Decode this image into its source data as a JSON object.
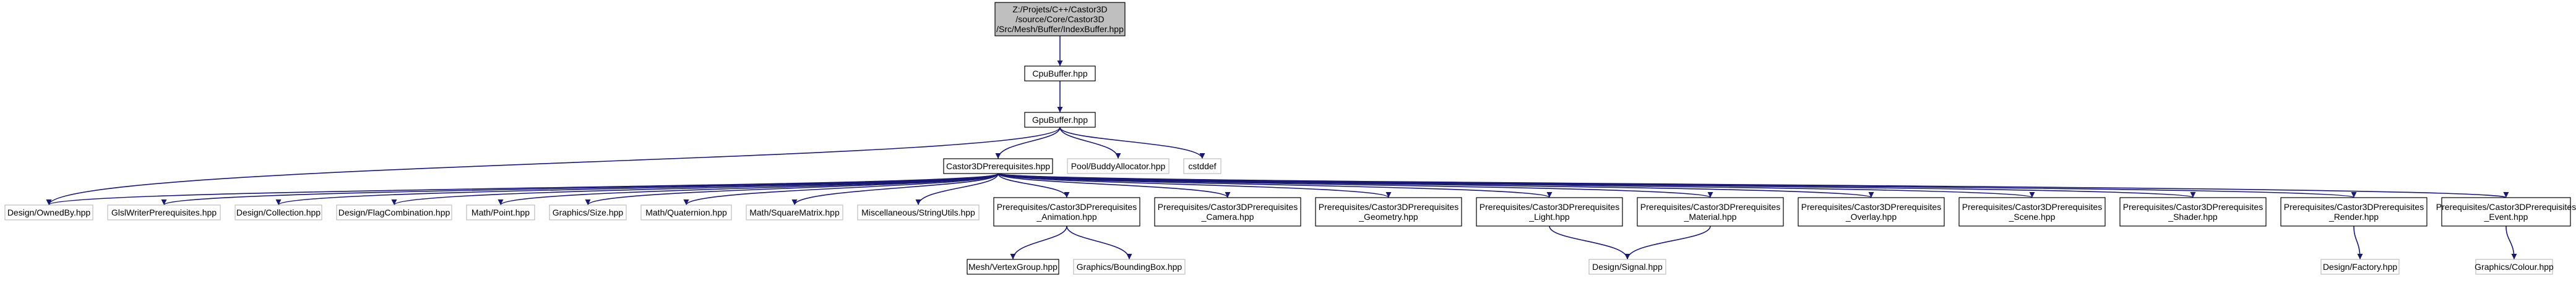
{
  "colors": {
    "edge": "#191970",
    "root_fill": "#bfbfbf",
    "node_border": "#000000",
    "external_border": "#bfbfbf",
    "background": "#ffffff"
  },
  "nodes": [
    {
      "id": "root",
      "kind": "root",
      "lines": [
        "Z:/Projets/C++/Castor3D",
        "/source/Core/Castor3D",
        "/Src/Mesh/Buffer/IndexBuffer.hpp"
      ]
    },
    {
      "id": "cpubuffer",
      "kind": "solid",
      "lines": [
        "CpuBuffer.hpp"
      ]
    },
    {
      "id": "gpubuffer",
      "kind": "solid",
      "lines": [
        "GpuBuffer.hpp"
      ]
    },
    {
      "id": "castor3dprereq",
      "kind": "solid",
      "lines": [
        "Castor3DPrerequisites.hpp"
      ]
    },
    {
      "id": "buddyallocator",
      "kind": "grey",
      "lines": [
        "Pool/BuddyAllocator.hpp"
      ]
    },
    {
      "id": "cstddef",
      "kind": "grey",
      "lines": [
        "cstddef"
      ]
    },
    {
      "id": "ownedby",
      "kind": "grey",
      "lines": [
        "Design/OwnedBy.hpp"
      ]
    },
    {
      "id": "glslwriter",
      "kind": "grey",
      "lines": [
        "GlslWriterPrerequisites.hpp"
      ]
    },
    {
      "id": "collection",
      "kind": "grey",
      "lines": [
        "Design/Collection.hpp"
      ]
    },
    {
      "id": "flagcombination",
      "kind": "grey",
      "lines": [
        "Design/FlagCombination.hpp"
      ]
    },
    {
      "id": "point",
      "kind": "grey",
      "lines": [
        "Math/Point.hpp"
      ]
    },
    {
      "id": "size",
      "kind": "grey",
      "lines": [
        "Graphics/Size.hpp"
      ]
    },
    {
      "id": "quaternion",
      "kind": "grey",
      "lines": [
        "Math/Quaternion.hpp"
      ]
    },
    {
      "id": "squarematrix",
      "kind": "grey",
      "lines": [
        "Math/SquareMatrix.hpp"
      ]
    },
    {
      "id": "stringutils",
      "kind": "grey",
      "lines": [
        "Miscellaneous/StringUtils.hpp"
      ]
    },
    {
      "id": "animation",
      "kind": "solid",
      "lines": [
        "Prerequisites/Castor3DPrerequisites",
        "_Animation.hpp"
      ]
    },
    {
      "id": "camera",
      "kind": "solid",
      "lines": [
        "Prerequisites/Castor3DPrerequisites",
        "_Camera.hpp"
      ]
    },
    {
      "id": "geometry",
      "kind": "solid",
      "lines": [
        "Prerequisites/Castor3DPrerequisites",
        "_Geometry.hpp"
      ]
    },
    {
      "id": "light",
      "kind": "solid",
      "lines": [
        "Prerequisites/Castor3DPrerequisites",
        "_Light.hpp"
      ]
    },
    {
      "id": "material",
      "kind": "solid",
      "lines": [
        "Prerequisites/Castor3DPrerequisites",
        "_Material.hpp"
      ]
    },
    {
      "id": "overlay",
      "kind": "solid",
      "lines": [
        "Prerequisites/Castor3DPrerequisites",
        "_Overlay.hpp"
      ]
    },
    {
      "id": "scene",
      "kind": "solid",
      "lines": [
        "Prerequisites/Castor3DPrerequisites",
        "_Scene.hpp"
      ]
    },
    {
      "id": "shader",
      "kind": "solid",
      "lines": [
        "Prerequisites/Castor3DPrerequisites",
        "_Shader.hpp"
      ]
    },
    {
      "id": "render",
      "kind": "solid",
      "lines": [
        "Prerequisites/Castor3DPrerequisites",
        "_Render.hpp"
      ]
    },
    {
      "id": "event",
      "kind": "solid",
      "lines": [
        "Prerequisites/Castor3DPrerequisites",
        "_Event.hpp"
      ]
    },
    {
      "id": "vertexgroup",
      "kind": "solid",
      "lines": [
        "Mesh/VertexGroup.hpp"
      ]
    },
    {
      "id": "boundingbox",
      "kind": "grey",
      "lines": [
        "Graphics/BoundingBox.hpp"
      ]
    },
    {
      "id": "signal",
      "kind": "grey",
      "lines": [
        "Design/Signal.hpp"
      ]
    },
    {
      "id": "factory",
      "kind": "grey",
      "lines": [
        "Design/Factory.hpp"
      ]
    },
    {
      "id": "colour",
      "kind": "grey",
      "lines": [
        "Graphics/Colour.hpp"
      ]
    }
  ],
  "edges": [
    {
      "from": "root",
      "to": "cpubuffer"
    },
    {
      "from": "cpubuffer",
      "to": "gpubuffer"
    },
    {
      "from": "gpubuffer",
      "to": "castor3dprereq"
    },
    {
      "from": "gpubuffer",
      "to": "buddyallocator"
    },
    {
      "from": "gpubuffer",
      "to": "cstddef"
    },
    {
      "from": "gpubuffer",
      "to": "ownedby"
    },
    {
      "from": "castor3dprereq",
      "to": "ownedby"
    },
    {
      "from": "castor3dprereq",
      "to": "glslwriter"
    },
    {
      "from": "castor3dprereq",
      "to": "collection"
    },
    {
      "from": "castor3dprereq",
      "to": "flagcombination"
    },
    {
      "from": "castor3dprereq",
      "to": "point"
    },
    {
      "from": "castor3dprereq",
      "to": "size"
    },
    {
      "from": "castor3dprereq",
      "to": "quaternion"
    },
    {
      "from": "castor3dprereq",
      "to": "squarematrix"
    },
    {
      "from": "castor3dprereq",
      "to": "stringutils"
    },
    {
      "from": "castor3dprereq",
      "to": "animation"
    },
    {
      "from": "castor3dprereq",
      "to": "camera"
    },
    {
      "from": "castor3dprereq",
      "to": "geometry"
    },
    {
      "from": "castor3dprereq",
      "to": "light"
    },
    {
      "from": "castor3dprereq",
      "to": "material"
    },
    {
      "from": "castor3dprereq",
      "to": "overlay"
    },
    {
      "from": "castor3dprereq",
      "to": "scene"
    },
    {
      "from": "castor3dprereq",
      "to": "shader"
    },
    {
      "from": "castor3dprereq",
      "to": "render"
    },
    {
      "from": "castor3dprereq",
      "to": "event"
    },
    {
      "from": "animation",
      "to": "vertexgroup"
    },
    {
      "from": "animation",
      "to": "boundingbox"
    },
    {
      "from": "light",
      "to": "signal"
    },
    {
      "from": "material",
      "to": "signal"
    },
    {
      "from": "render",
      "to": "factory"
    },
    {
      "from": "event",
      "to": "colour"
    }
  ]
}
